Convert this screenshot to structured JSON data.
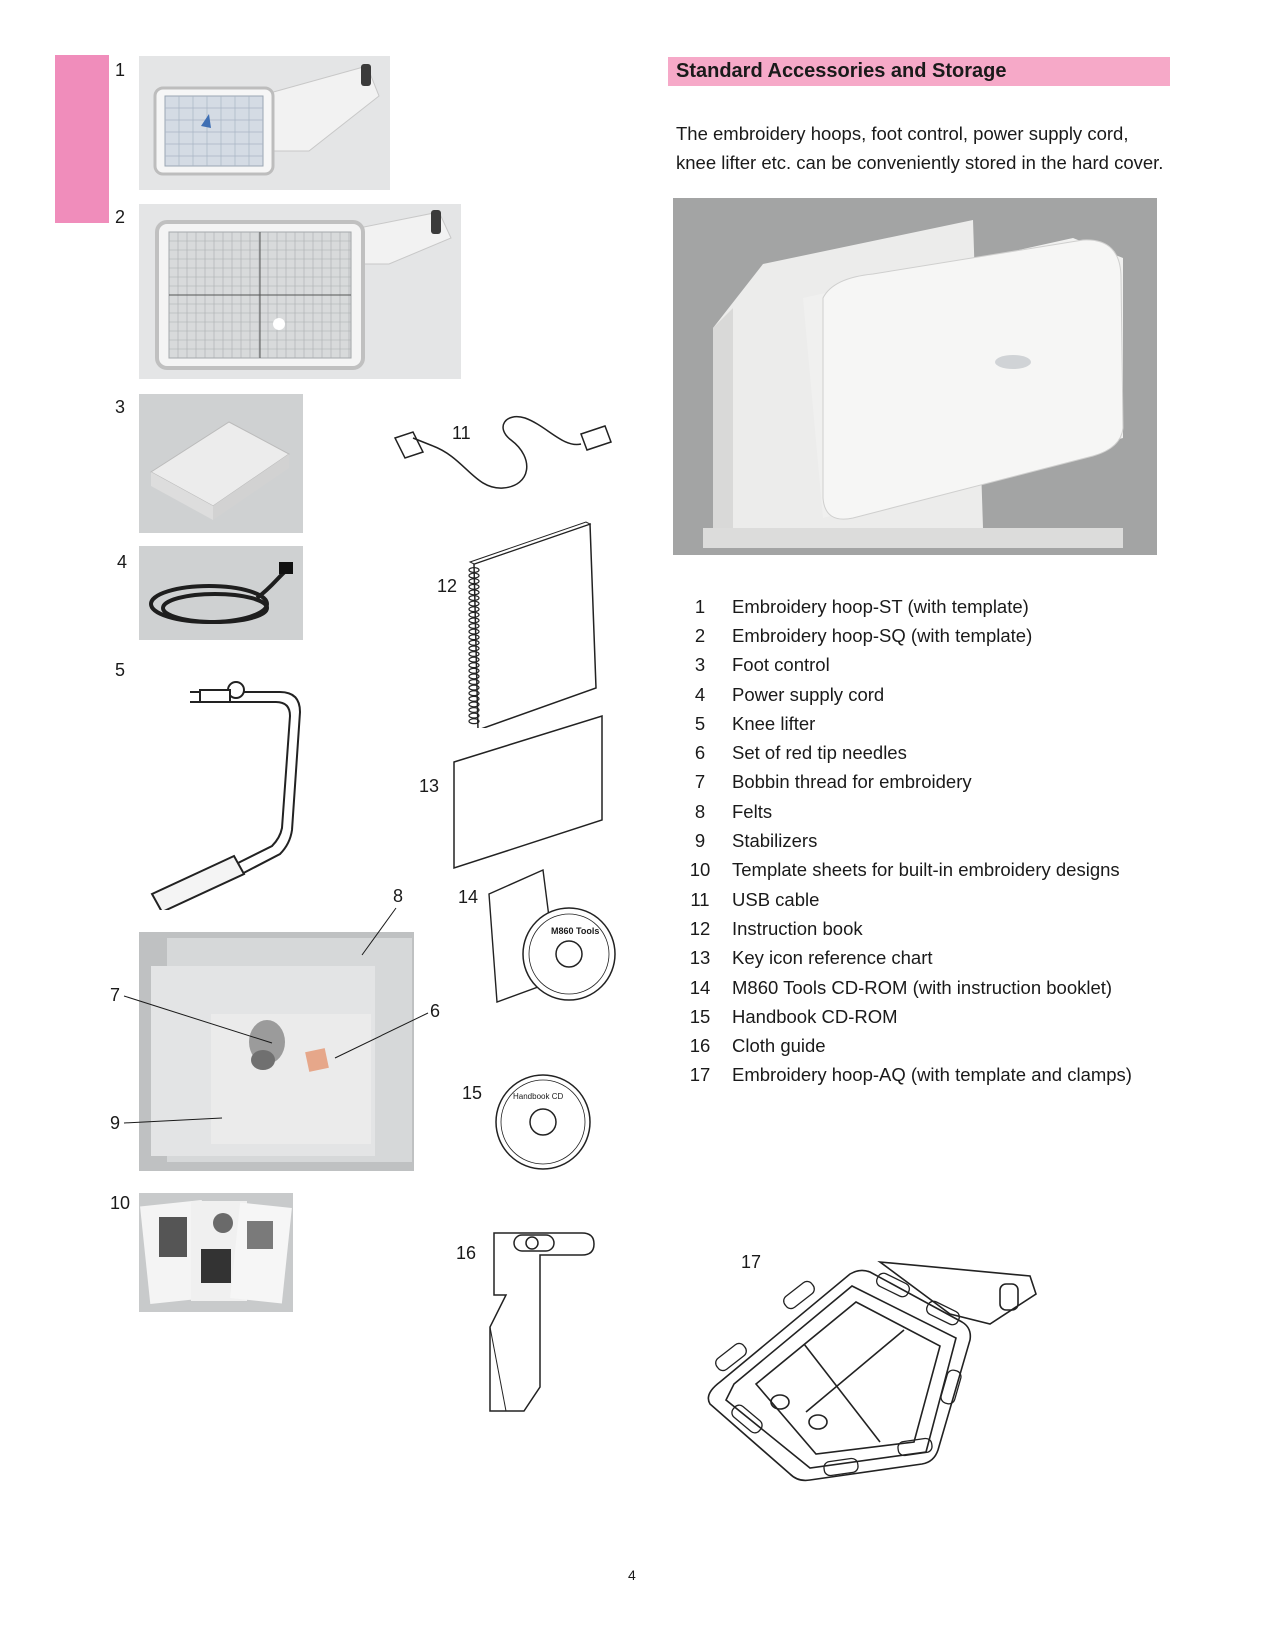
{
  "header": {
    "title": "Standard Accessories and Storage",
    "intro_line1": "The embroidery hoops, foot control, power supply cord,",
    "intro_line2": "knee lifter etc. can be conveniently stored in the hard cover."
  },
  "callouts": [
    "1",
    "2",
    "3",
    "4",
    "5",
    "6",
    "7",
    "8",
    "9",
    "10",
    "11",
    "12",
    "13",
    "14",
    "15",
    "16",
    "17"
  ],
  "accessories": [
    {
      "num": "1",
      "label": "Embroidery hoop-ST (with template)"
    },
    {
      "num": "2",
      "label": "Embroidery hoop-SQ (with template)"
    },
    {
      "num": "3",
      "label": "Foot control"
    },
    {
      "num": "4",
      "label": "Power supply cord"
    },
    {
      "num": "5",
      "label": "Knee lifter"
    },
    {
      "num": "6",
      "label": "Set of red tip needles"
    },
    {
      "num": "7",
      "label": "Bobbin thread for embroidery"
    },
    {
      "num": "8",
      "label": "Felts"
    },
    {
      "num": "9",
      "label": "Stabilizers"
    },
    {
      "num": "10",
      "label": "Template sheets for built-in embroidery designs"
    },
    {
      "num": "11",
      "label": "USB cable"
    },
    {
      "num": "12",
      "label": "Instruction book"
    },
    {
      "num": "13",
      "label": "Key icon reference chart"
    },
    {
      "num": "14",
      "label": "M860 Tools CD-ROM (with instruction booklet)"
    },
    {
      "num": "15",
      "label": "Handbook CD-ROM"
    },
    {
      "num": "16",
      "label": "Cloth guide"
    },
    {
      "num": "17",
      "label": "Embroidery hoop-AQ (with template and clamps)"
    }
  ],
  "cd_labels": {
    "tools_cd": "M860 Tools",
    "handbook_cd": "Handbook CD"
  },
  "page_number": "4",
  "colors": {
    "accent_pink": "#f08dbb",
    "heading_bg": "#f6a9c8"
  }
}
